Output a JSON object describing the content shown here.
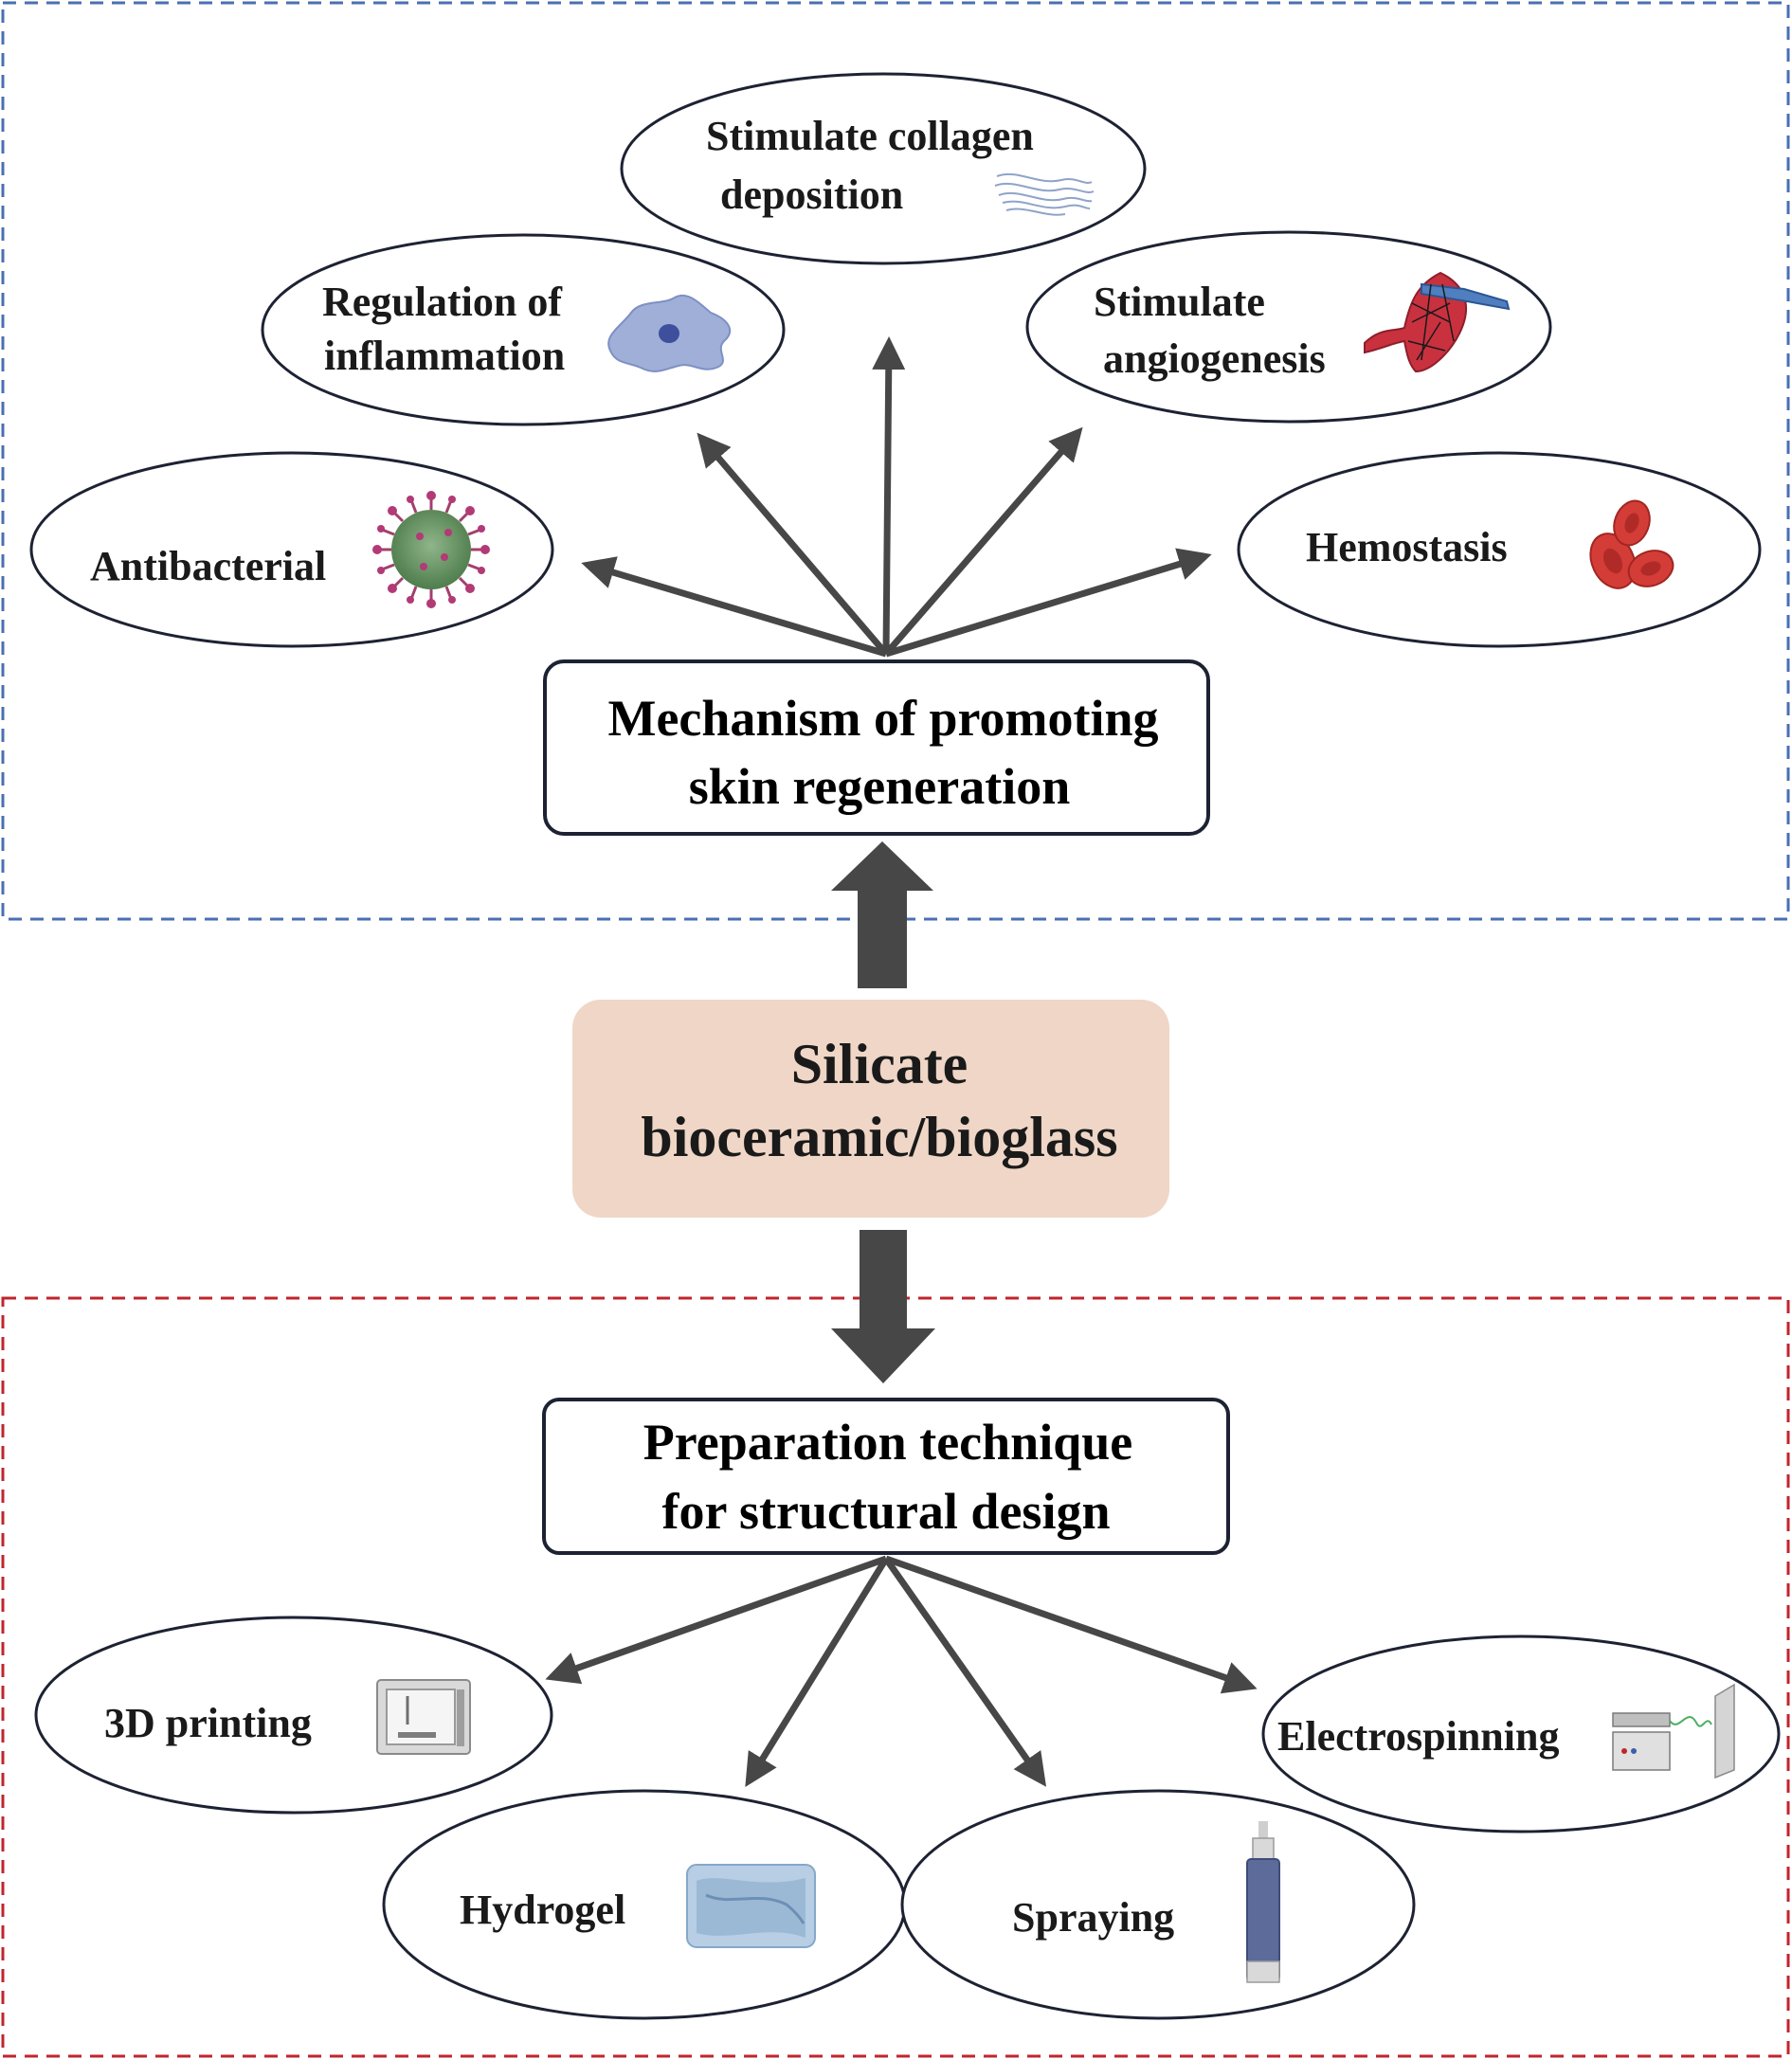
{
  "mechanism": {
    "line1": "Mechanism of promoting",
    "line2": "skin regeneration",
    "items": [
      {
        "id": "antibacterial",
        "lines": [
          "Antibacterial"
        ],
        "icon": "virus-icon"
      },
      {
        "id": "inflammation",
        "lines": [
          "Regulation of",
          "inflammation"
        ],
        "icon": "immune-cell-icon"
      },
      {
        "id": "collagen",
        "lines": [
          "Stimulate  collagen",
          "deposition"
        ],
        "icon": "collagen-fiber-icon"
      },
      {
        "id": "angiogenesis",
        "lines": [
          "Stimulate",
          "angiogenesis"
        ],
        "icon": "blood-vessel-icon"
      },
      {
        "id": "hemostasis",
        "lines": [
          "Hemostasis"
        ],
        "icon": "red-blood-cell-icon"
      }
    ]
  },
  "center": {
    "line1": "Silicate",
    "line2": "bioceramic/bioglass"
  },
  "preparation": {
    "line1": "Preparation technique",
    "line2": "for structural design",
    "items": [
      {
        "id": "printing",
        "lines": [
          "3D printing"
        ],
        "icon": "3d-printer-icon"
      },
      {
        "id": "hydrogel",
        "lines": [
          "Hydrogel"
        ],
        "icon": "hydrogel-icon"
      },
      {
        "id": "spraying",
        "lines": [
          "Spraying"
        ],
        "icon": "spray-bottle-icon"
      },
      {
        "id": "electrospinning",
        "lines": [
          "Electrospinning"
        ],
        "icon": "electrospinning-device-icon"
      }
    ]
  },
  "colors": {
    "top_frame": "#4a6fb3",
    "bottom_frame": "#c0252d",
    "center_fill": "#efd6c6",
    "arrow": "#474747"
  }
}
